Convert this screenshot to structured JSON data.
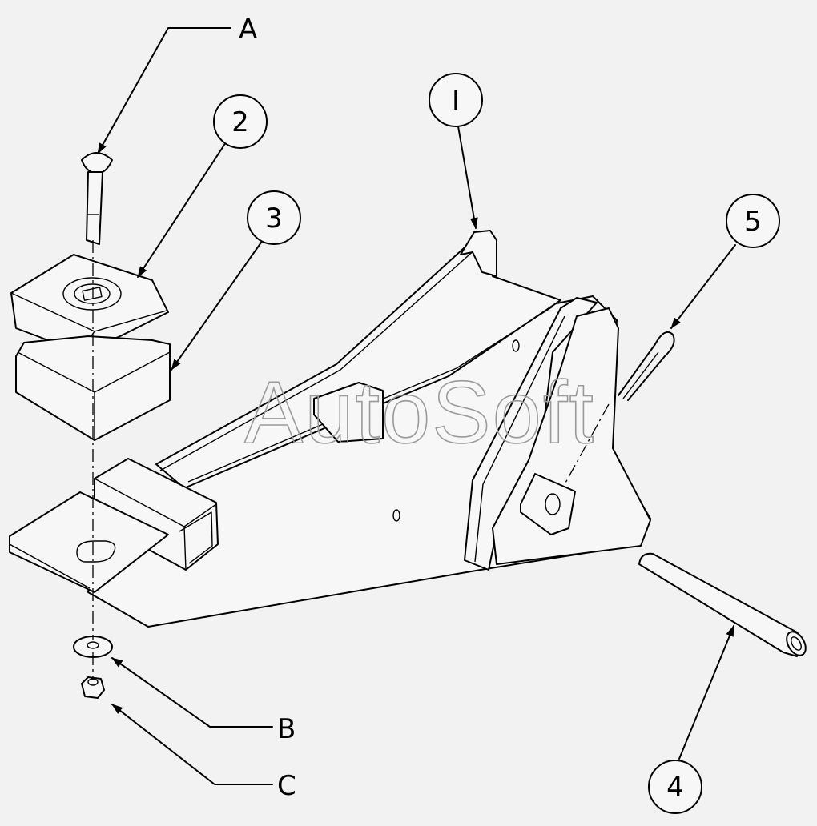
{
  "letter_labels": {
    "a": "A",
    "b": "B",
    "c": "C"
  },
  "balloons": {
    "p1": "I",
    "p2": "2",
    "p3": "3",
    "p4": "4",
    "p5": "5"
  },
  "watermark": "AutoSoft"
}
